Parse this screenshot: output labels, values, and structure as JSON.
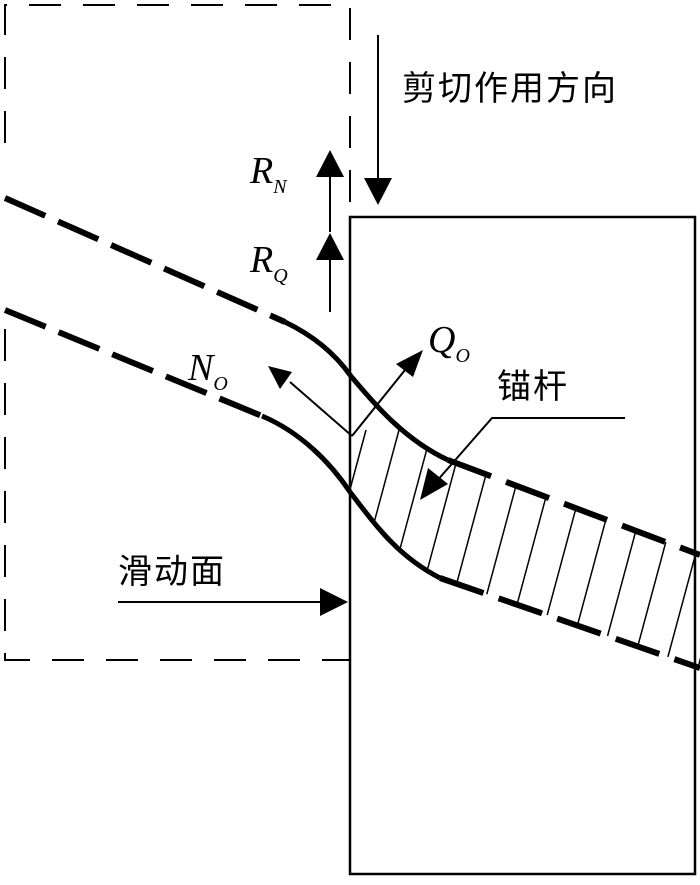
{
  "labels": {
    "shear_direction": "剪切作用方向",
    "anchor_bolt": "锚杆",
    "sliding_surface": "滑动面"
  },
  "symbols": {
    "rn": {
      "main": "R",
      "sub": "N"
    },
    "rq": {
      "main": "R",
      "sub": "Q"
    },
    "qo": {
      "main": "Q",
      "sub": "O"
    },
    "no": {
      "main": "N",
      "sub": "O"
    }
  }
}
